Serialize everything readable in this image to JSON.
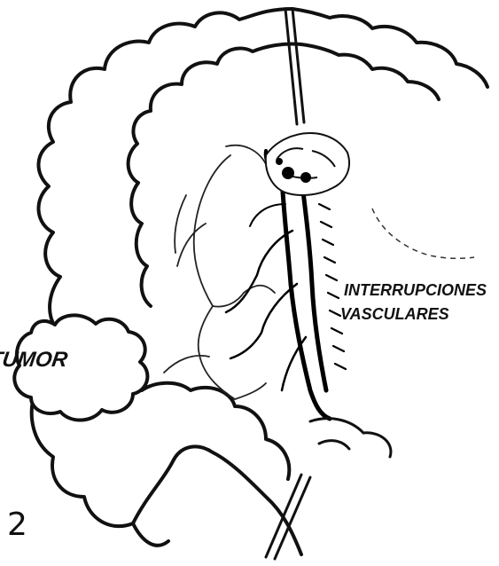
{
  "figure": {
    "number": "2",
    "labels": {
      "tumor": "TUMOR",
      "interruptions_line1": "INTERRUPCIONES",
      "interruptions_line2": "VASCULARES"
    }
  }
}
